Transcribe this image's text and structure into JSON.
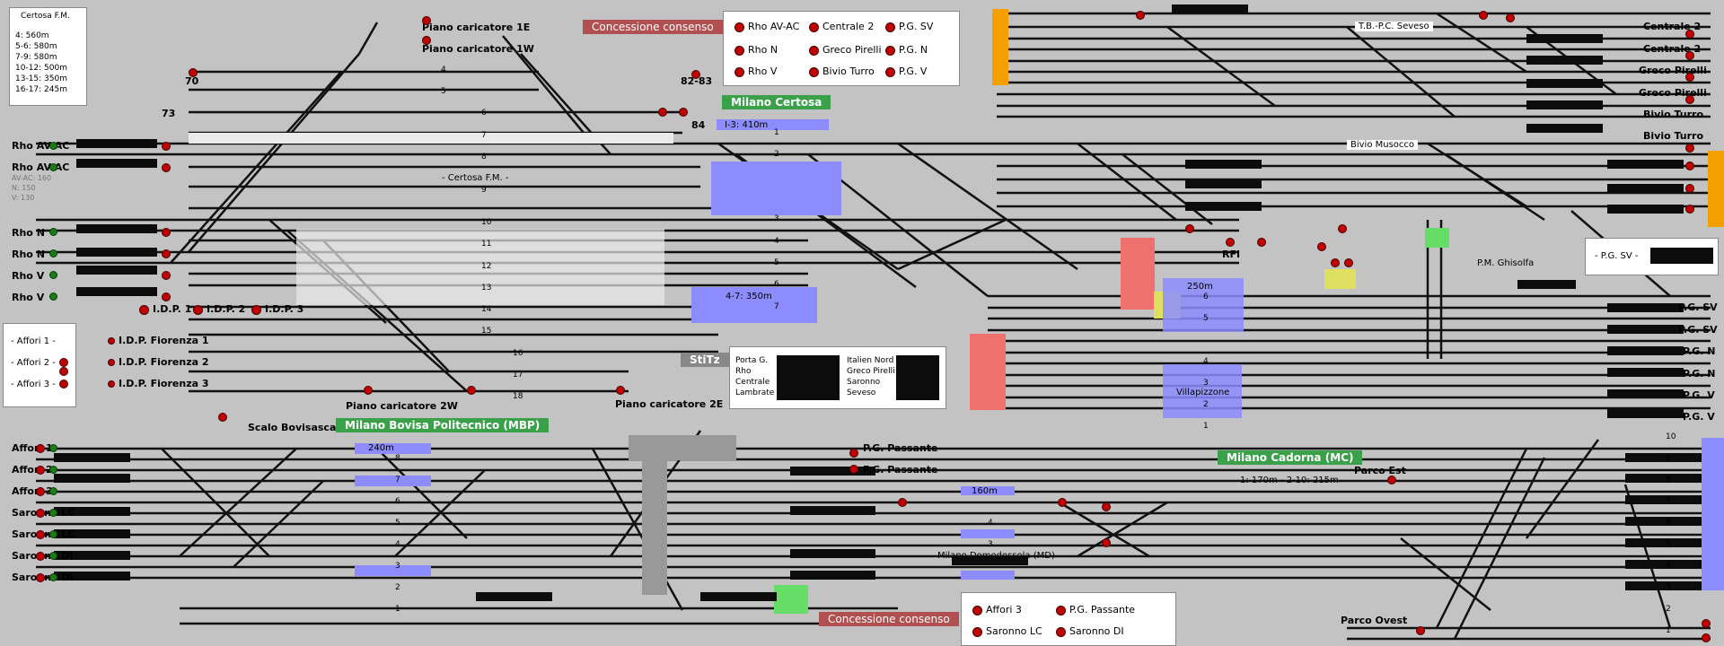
{
  "legend_top": {
    "title": "Certosa F.M.",
    "lines": [
      "4: 560m",
      "5-6: 580m",
      "7-9: 580m",
      "10-12: 500m",
      "13-15: 350m",
      "16-17: 245m"
    ]
  },
  "av_info": {
    "lines": [
      "AV-AC: 160",
      "N: 150",
      "V: 130"
    ]
  },
  "left_labels_top": [
    "Rho AV-AC",
    "Rho AV-AC",
    "Rho N",
    "Rho N",
    "Rho V",
    "Rho V"
  ],
  "idp": [
    "I.D.P. 1",
    "I.D.P. 2",
    "I.D.P. 3"
  ],
  "idp_fiorenza": [
    "I.D.P. Fiorenza 1",
    "I.D.P. Fiorenza 2",
    "I.D.P. Fiorenza 3"
  ],
  "affori_panel": [
    "- Affori 1 -",
    "- Affori 2 -",
    "- Affori 3 -"
  ],
  "left_labels_bottom": [
    "Affori 1",
    "Affori 2",
    "Affori 3",
    "Saronno LC",
    "Saronno LC",
    "Saronno DI",
    "Saronno DI"
  ],
  "top_labels": {
    "piano_1e": "Piano caricatore 1E",
    "piano_1w": "Piano caricatore 1W",
    "piano_2w": "Piano caricatore 2W",
    "piano_2e": "Piano caricatore 2E",
    "n70": "70",
    "n73": "73",
    "n8283": "82-83",
    "n84": "84",
    "certosa_fm": "- Certosa F.M. -",
    "scalo_bovisasca": "Scalo Bovisasca"
  },
  "concessione_top": {
    "title": "Concessione consenso",
    "items": [
      "Rho AV-AC",
      "Centrale 2",
      "P.G. SV",
      "Rho N",
      "Greco Pirelli",
      "P.G. N",
      "Rho V",
      "Bivio Turro",
      "P.G. V"
    ]
  },
  "concessione_bottom": {
    "title": "Concessione consenso",
    "items": [
      "Affori 3",
      "P.G. Passante",
      "Saronno LC",
      "Saronno DI"
    ]
  },
  "stations": {
    "certosa": "Milano Certosa",
    "bovisa": "Milano Bovisa Politecnico (MBP)",
    "cadorna": "Milano Cadorna (MC)",
    "domodossola": "Milano Domodossola (MD)"
  },
  "track_lengths": {
    "certosa_13": "I-3: 410m",
    "certosa_47": "4-7: 350m",
    "bovisa": "240m",
    "domodossola": "160m",
    "villapizzone_250": "250m",
    "cadorna": "1: 170m - 2-10: 215m"
  },
  "stitz": {
    "title": "StiTz",
    "left": [
      "Porta G.",
      "Rho",
      "Centrale",
      "Lambrate"
    ],
    "right": [
      "Italien Nord",
      "Greco Pirelli",
      "Saronno",
      "Seveso"
    ]
  },
  "right_labels_top": [
    "Centrale 2",
    "Centrale 2",
    "Greco Pirelli",
    "Greco Pirelli",
    "Bivio Turro",
    "Bivio Turro"
  ],
  "tbpc_seveso": "T.B.-P.C. Seveso",
  "bivio_musocco": "Bivio Musocco",
  "rfi": "RFI",
  "pm_ghisolfa": "P.M. Ghisolfa",
  "pg_sv_panel": "- P.G. SV -",
  "villapizzone": "Villapizzone",
  "right_labels_mid": [
    "P.G. SV",
    "P.G. SV",
    "P.G. N",
    "P.G. N",
    "P.G. V",
    "P.G. V"
  ],
  "pg_passante": [
    "P.G. Passante",
    "P.G. Passante"
  ],
  "parco_est": "Parco Est",
  "parco_ovest": "Parco Ovest",
  "track_numbers_certosa": [
    "1",
    "2",
    "3",
    "4",
    "5",
    "6",
    "7",
    "8",
    "9",
    "10",
    "11",
    "12",
    "13",
    "14",
    "15",
    "16",
    "17",
    "18"
  ],
  "track_numbers_bovisa": [
    "8",
    "7",
    "6",
    "5",
    "4",
    "3",
    "2",
    "1"
  ],
  "track_numbers_cadorna": [
    "10",
    "9",
    "8",
    "7",
    "6",
    "5",
    "4",
    "3",
    "2",
    "1"
  ],
  "track_numbers_mid": [
    "6",
    "5",
    "4",
    "3",
    "2",
    "1"
  ],
  "colors": {
    "background": "#c3c3c3",
    "signal": "#c00000",
    "station": "#3aa04a",
    "concession": "#b05050",
    "occupied": "#8888ff",
    "orange": "#f5a000",
    "red_zone": "#f07070",
    "yellow": "#e0e060",
    "green_zone": "#66dd66"
  }
}
